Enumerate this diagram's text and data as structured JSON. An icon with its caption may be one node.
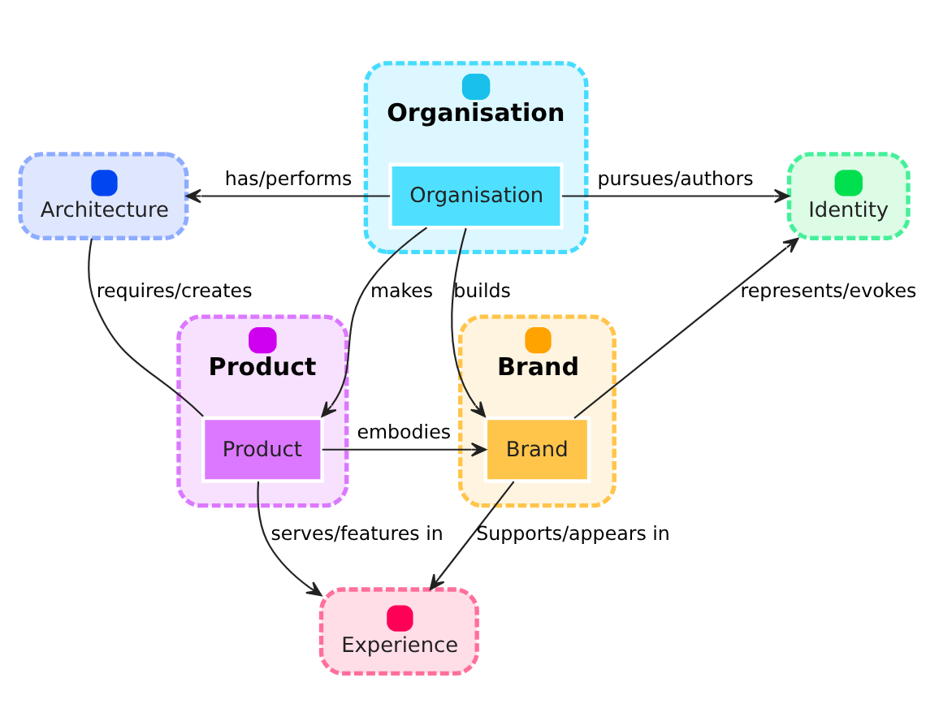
{
  "diagram": {
    "nodes": [
      {
        "text": [
          "Organisation"
        ]
      },
      {
        "text": [
          "Organisation"
        ],
        "in": 0
      },
      {
        "text": [
          "Architecture"
        ]
      },
      {
        "text": [
          "Identity"
        ]
      },
      {
        "text": [
          "Product"
        ]
      },
      {
        "text": [
          "Product"
        ],
        "in": 4
      },
      {
        "text": [
          "Brand"
        ]
      },
      {
        "text": [
          "Brand"
        ],
        "in": 6
      },
      {
        "text": [
          "Experience"
        ]
      }
    ],
    "edges": [
      {
        "from": 1,
        "to": 2,
        "arrow": "to",
        "label": "has/performs"
      },
      {
        "from": 1,
        "to": 3,
        "arrow": "to",
        "label": "pursues/authors"
      },
      {
        "from": 2,
        "to": 5,
        "arrow": "none",
        "label": "requires/creates"
      },
      {
        "from": 1,
        "to": 5,
        "arrow": "to",
        "label": "makes"
      },
      {
        "from": 1,
        "to": 7,
        "arrow": "to",
        "label": "builds"
      },
      {
        "from": 7,
        "to": 3,
        "arrow": "to",
        "label": "represents/evokes"
      },
      {
        "from": 5,
        "to": 7,
        "arrow": "to",
        "label": "embodies"
      },
      {
        "from": 5,
        "to": 8,
        "arrow": "to",
        "label": "serves/features in"
      },
      {
        "from": 7,
        "to": 8,
        "arrow": "to",
        "label": "Supports/appears in"
      }
    ]
  }
}
